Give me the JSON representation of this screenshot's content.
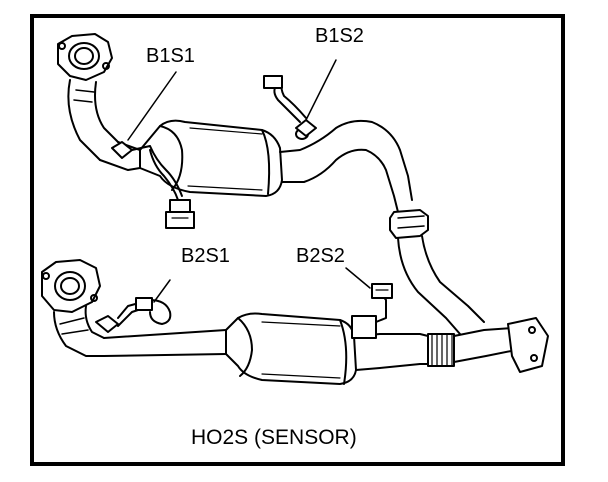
{
  "labels": {
    "b1s1": "B1S1",
    "b1s2": "B1S2",
    "b2s1": "B2S1",
    "b2s2": "B2S2"
  },
  "caption": "HO2S (SENSOR)"
}
